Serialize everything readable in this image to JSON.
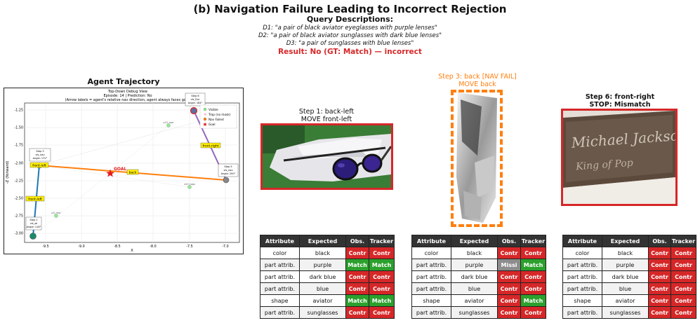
{
  "header": {
    "title": "(b) Navigation Failure Leading to Incorrect Rejection",
    "query_heading": "Query Descriptions:",
    "d1": "D1: \"a pair of black aviator eyeglasses with purple lenses\"",
    "d2": "D2: \"a pair of black aviator sunglasses with dark blue lenses\"",
    "d3": "D3: \"a pair of sunglasses with blue lenses\"",
    "result": "Result: No (GT: Match) — incorrect"
  },
  "trajectory": {
    "panel_title": "Agent Trajectory",
    "plot_title_1": "Top-Down Debug View",
    "plot_title_2": "Episode: 14 | Prediction: No",
    "plot_title_3": "(Arrow labels = agent's relative nav direction, agent always faces goal)",
    "xlabel": "X",
    "ylabel": "-Z (forward)",
    "x_ticks": [
      "-9.5",
      "-9.0",
      "-8.5",
      "-8.0",
      "-7.5",
      "-7.0"
    ],
    "y_ticks": [
      "-1.25",
      "-1.50",
      "-1.75",
      "-2.00",
      "-2.25",
      "-2.50",
      "-2.75",
      "-3.00"
    ],
    "legend": [
      "Visible",
      "Trap (no mask)",
      "Nav Failed",
      "Goal"
    ],
    "goal_label": "GOAL",
    "arrow_labels": [
      "front-left",
      "front-right",
      "back",
      "front-left"
    ],
    "colors": {
      "path_blue": "#1f77b4",
      "path_orange": "#ff7f0e",
      "path_purple": "#9467bd",
      "goal_red": "#e31a1c",
      "label_yellow": "#ffee00"
    },
    "step_boxes": [
      {
        "lines": [
          "Step 1",
          "vis_wl",
          "Angle: 118°"
        ]
      },
      {
        "lines": [
          "Step 3",
          "vis_nav",
          "Angle: 172°"
        ]
      },
      {
        "lines": [
          "Step 5",
          "vis_nav",
          "Angle: 200°"
        ]
      },
      {
        "lines": [
          "Step 6",
          "vis_Dur",
          "Angle: 184°"
        ]
      }
    ],
    "small_labels": [
      "v15_rear",
      "v20_tops",
      "p3_rear",
      "p3_nav"
    ]
  },
  "steps": [
    {
      "title_1": "Step 1: back-left",
      "title_2": "MOVE front-left",
      "icon": "sunglasses-photo"
    },
    {
      "title_1": "Step 3: back [NAV FAIL]",
      "title_2": "MOVE back",
      "icon": "blurred-nav-photo"
    },
    {
      "title_1": "Step 6: front-right",
      "title_2": "STOP: Mismatch",
      "icon": "sign-photo",
      "photo_text_1": "Michael Jackson",
      "photo_text_2": "King of Pop"
    }
  ],
  "table_headers": [
    "Attribute",
    "Expected",
    "Obs.",
    "Tracker"
  ],
  "tables": [
    [
      [
        "color",
        "black",
        "Contr",
        "Contr"
      ],
      [
        "part attrib.",
        "purple",
        "Match",
        "Match"
      ],
      [
        "part attrib.",
        "dark blue",
        "Contr",
        "Contr"
      ],
      [
        "part attrib.",
        "blue",
        "Contr",
        "Contr"
      ],
      [
        "shape",
        "aviator",
        "Match",
        "Match"
      ],
      [
        "part attrib.",
        "sunglasses",
        "Contr",
        "Contr"
      ]
    ],
    [
      [
        "color",
        "black",
        "Contr",
        "Contr"
      ],
      [
        "part attrib.",
        "purple",
        "Missi",
        "Match"
      ],
      [
        "part attrib.",
        "dark blue",
        "Contr",
        "Contr"
      ],
      [
        "part attrib.",
        "blue",
        "Contr",
        "Contr"
      ],
      [
        "shape",
        "aviator",
        "Contr",
        "Match"
      ],
      [
        "part attrib.",
        "sunglasses",
        "Contr",
        "Contr"
      ]
    ],
    [
      [
        "color",
        "black",
        "Contr",
        "Contr"
      ],
      [
        "part attrib.",
        "purple",
        "Contr",
        "Contr"
      ],
      [
        "part attrib.",
        "dark blue",
        "Contr",
        "Contr"
      ],
      [
        "part attrib.",
        "blue",
        "Contr",
        "Contr"
      ],
      [
        "shape",
        "aviator",
        "Contr",
        "Contr"
      ],
      [
        "part attrib.",
        "sunglasses",
        "Contr",
        "Contr"
      ]
    ]
  ]
}
